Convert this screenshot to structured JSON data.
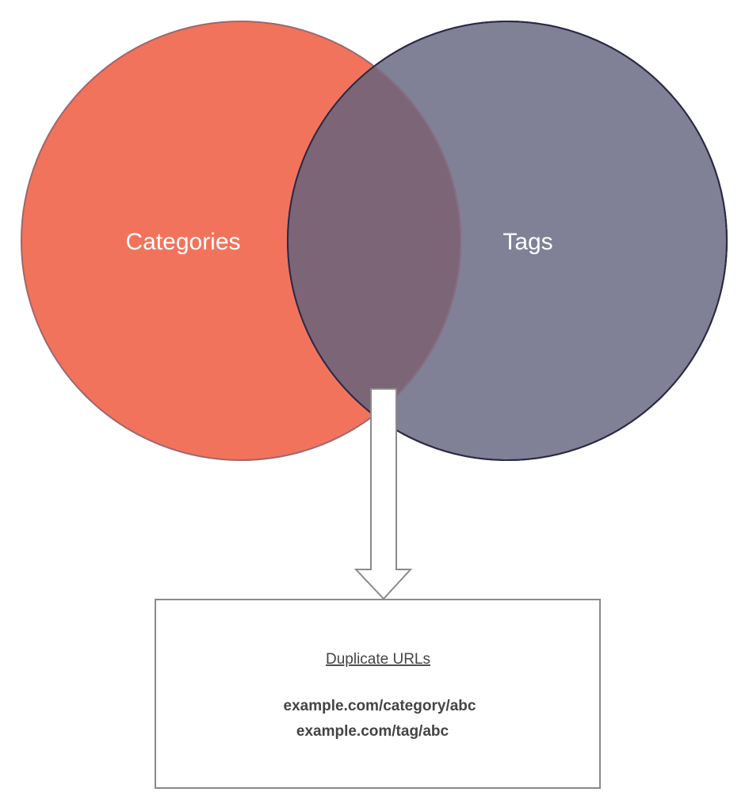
{
  "venn": {
    "left_set": {
      "label": "Categories",
      "fill": "#f2735c",
      "stroke": "#d9533c"
    },
    "right_set": {
      "label": "Tags",
      "fill": "#5c5c7a",
      "stroke": "#2a2a45"
    },
    "overlap_fill": "#7d6578"
  },
  "result_box": {
    "title": "Duplicate URLs",
    "lines": [
      "example.com/category/abc",
      "example.com/tag/abc"
    ]
  },
  "colors": {
    "arrow_stroke": "#8a8a8a",
    "box_stroke": "#8a8a8a",
    "text": "#444444"
  }
}
